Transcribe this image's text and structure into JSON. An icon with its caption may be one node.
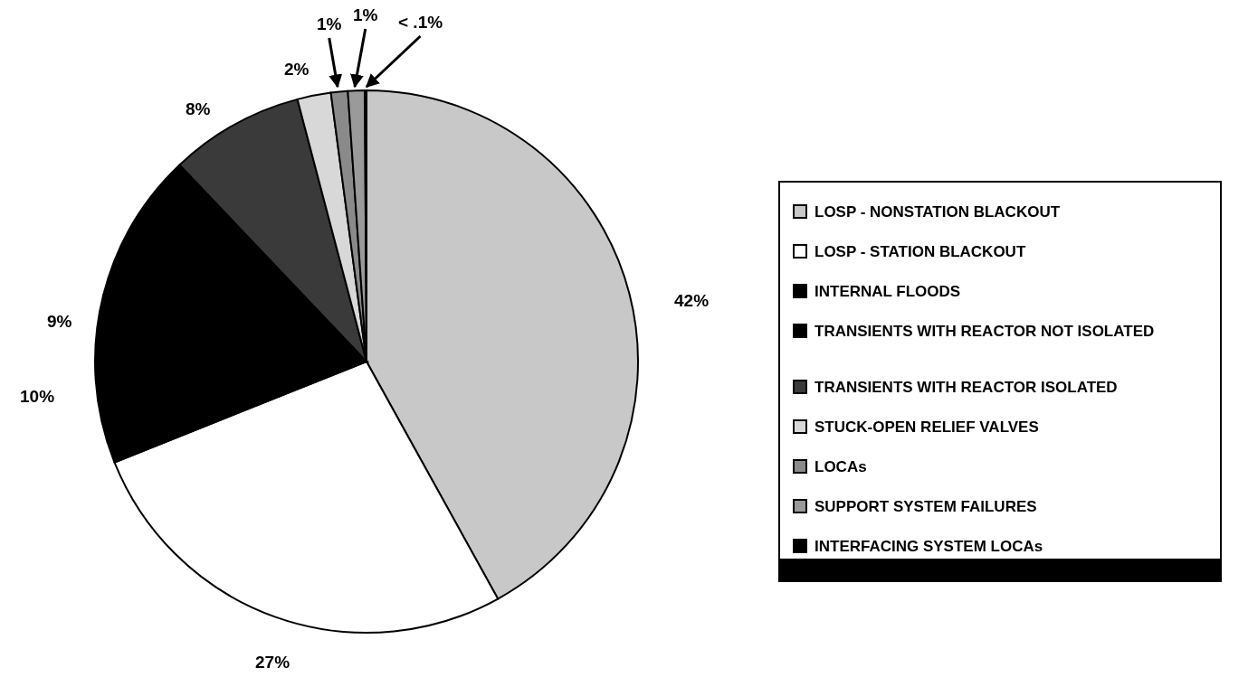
{
  "diagram": {
    "chart_data": {
      "type": "pie",
      "categories": [
        "LOSP - NONSTATION BLACKOUT",
        "LOSP - STATION BLACKOUT",
        "INTERNAL FLOODS",
        "TRANSIENTS WITH REACTOR NOT ISOLATED",
        "TRANSIENTS WITH REACTOR ISOLATED",
        "STUCK-OPEN RELIEF VALVES",
        "LOCAs",
        "SUPPORT SYSTEM FAILURES",
        "INTERFACING SYSTEM LOCAs"
      ],
      "values": [
        42,
        27,
        10,
        9,
        8,
        2,
        1,
        1,
        0.1
      ],
      "colors": [
        "#c8c8c8",
        "#ffffff",
        "#000000",
        "#000000",
        "#3a3a3a",
        "#d8d8d8",
        "#8a8a8a",
        "#9a9a9a",
        "#000000"
      ],
      "legend": "right",
      "value_labels": [
        "42%",
        "27%",
        "10%",
        "9%",
        "8%",
        "2%",
        "1%",
        "1%",
        "< .1%"
      ]
    }
  }
}
